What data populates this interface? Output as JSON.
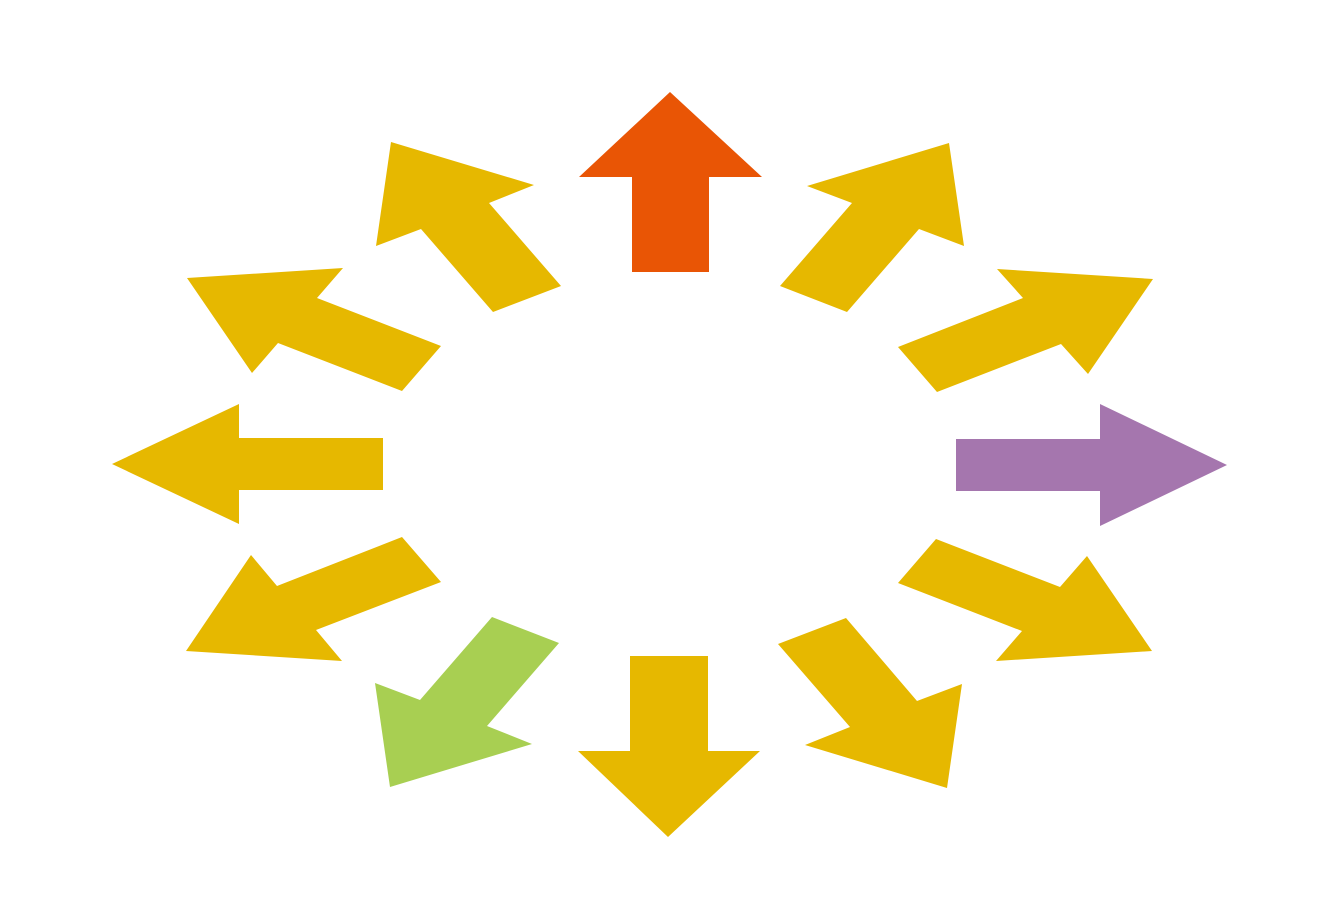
{
  "diagram": {
    "type": "radial-arrows",
    "arrows": [
      {
        "direction": "up",
        "color": "#E95505",
        "icon": "arrow-up-icon"
      },
      {
        "direction": "up-right",
        "color": "#E6B800",
        "icon": "arrow-up-right-icon"
      },
      {
        "direction": "right-up",
        "color": "#E6B800",
        "icon": "arrow-right-up-icon"
      },
      {
        "direction": "right",
        "color": "#A576AE",
        "icon": "arrow-right-icon"
      },
      {
        "direction": "right-down",
        "color": "#E6B800",
        "icon": "arrow-right-down-icon"
      },
      {
        "direction": "down-right",
        "color": "#E6B800",
        "icon": "arrow-down-right-icon"
      },
      {
        "direction": "down",
        "color": "#E6B800",
        "icon": "arrow-down-icon"
      },
      {
        "direction": "down-left",
        "color": "#A8CF52",
        "icon": "arrow-down-left-icon"
      },
      {
        "direction": "left-down",
        "color": "#E6B800",
        "icon": "arrow-left-down-icon"
      },
      {
        "direction": "left",
        "color": "#E6B800",
        "icon": "arrow-left-icon"
      },
      {
        "direction": "left-up",
        "color": "#E6B800",
        "icon": "arrow-left-up-icon"
      },
      {
        "direction": "up-left",
        "color": "#E6B800",
        "icon": "arrow-up-left-icon"
      }
    ]
  }
}
